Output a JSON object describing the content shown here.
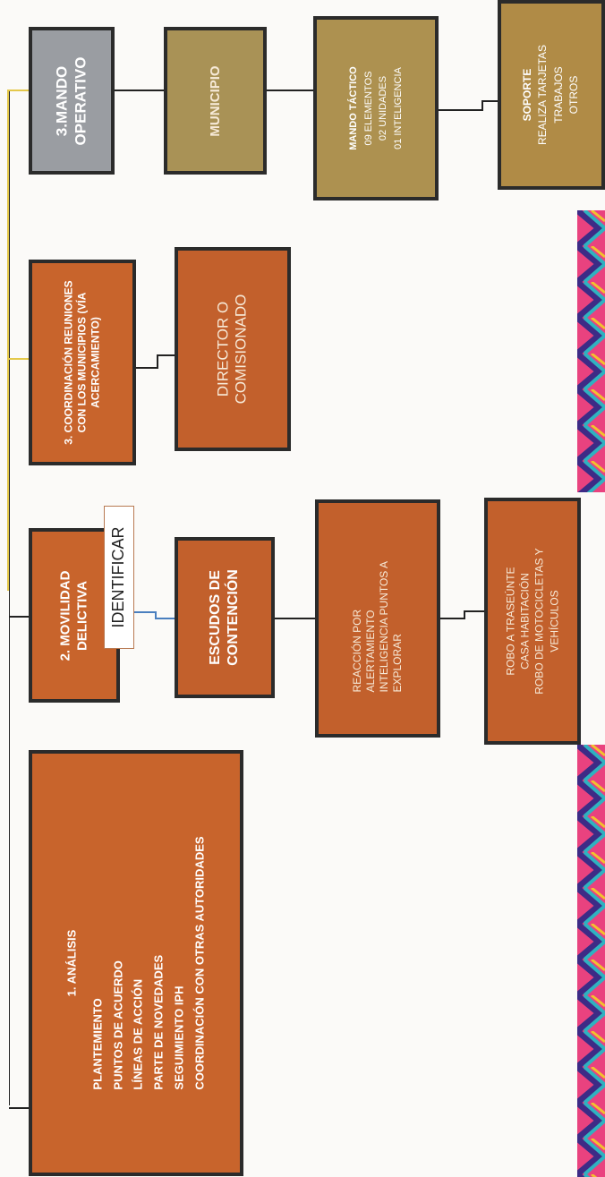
{
  "colors": {
    "orange": "#c8642c",
    "gray": "#9a9da2",
    "olive": "#a99256",
    "tan": "#b08b46",
    "line": "#222222",
    "tree_line": "#e4c84a",
    "callout_line": "#4a7fbf"
  },
  "analisis": {
    "title": "1. ANÁLISIS",
    "items": [
      "PLANTEMIENTO",
      "PUNTOS DE ACUERDO",
      "LÍNEAS DE ACCIÓN",
      "PARTE DE NOVEDADES",
      "SEGUIMIENTO IPH",
      "COORDINACIÓN CON OTRAS AUTORIDADES"
    ]
  },
  "movilidad": {
    "title": "2. MOVILIDAD DELICTIVA",
    "callout": "IDENTIFICAR",
    "escudos": "ESCUDOS DE CONTENCIÓN",
    "reaccion": "REACCIÓN POR ALERTAMIENTO INTELIGENCIA PUNTOS A EXPLORAR",
    "robo_lines": [
      "ROBO A TRASEÚNTE",
      "CASA HABITACIÓN",
      "ROBO DE MOTOCICLETAS Y",
      "VEHÍCULOS"
    ]
  },
  "coordinacion": {
    "title": "3. COORDINACIÓN REUNIONES CON LOS MUNICIPIOS (VÍA ACERCAMIENTO)",
    "director": "DIRECTOR O COMISIONADO"
  },
  "mando": {
    "title": "3.MANDO OPERATIVO",
    "municipio": "MUNICIPIO",
    "tactico_title": "MANDO TÁCTICO",
    "tactico_items": [
      "09 ELEMENTOS",
      "02 UNIDADES",
      "01 INTELIGENCIA"
    ],
    "soporte_title": "SOPORTE",
    "soporte_items": [
      "REALIZA TARJETAS",
      "TRABAJOS",
      "OTROS"
    ]
  }
}
